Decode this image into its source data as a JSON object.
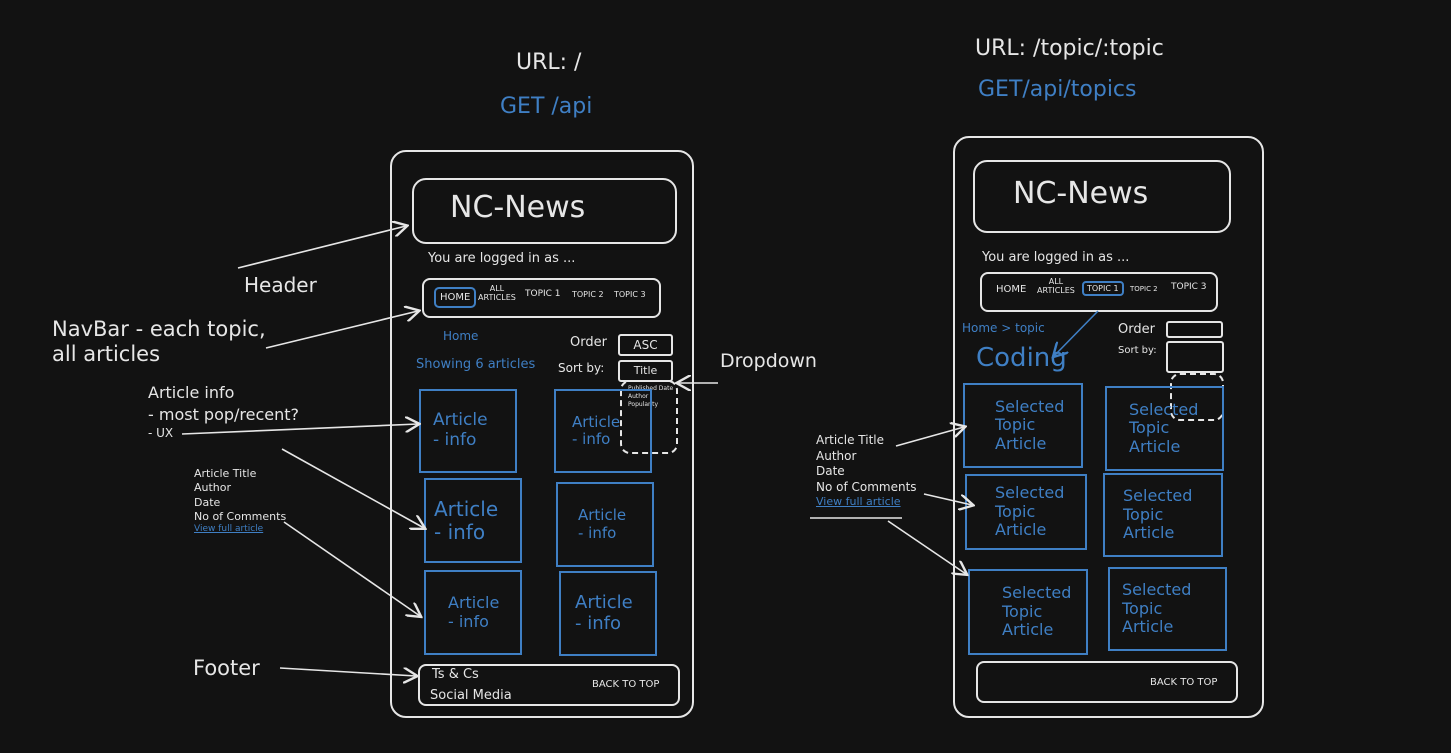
{
  "left": {
    "url": "URL: /",
    "api": "GET /api",
    "header_title": "NC-News",
    "logged_in": "You are logged in as ...",
    "nav": {
      "home": "HOME",
      "all_articles_1": "ALL",
      "all_articles_2": "ARTICLES",
      "topic1": "TOPIC 1",
      "topic2": "TOPIC 2",
      "topic3": "TOPIC 3"
    },
    "breadcrumb": "Home",
    "showing": "Showing 6 articles",
    "order_label": "Order",
    "order_value": "ASC",
    "sort_label": "Sort by:",
    "sort_value": "Title",
    "sort_options": [
      "Published Date",
      "Author",
      "Popularity"
    ],
    "article_line1": "Article",
    "article_line2": "- info",
    "footer_terms": "Ts & Cs",
    "footer_social": "Social Media",
    "back_to_top": "BACK TO TOP"
  },
  "right": {
    "url": "URL: /topic/:topic",
    "api": "GET/api/topics",
    "header_title": "NC-News",
    "logged_in": "You are logged in as ...",
    "nav": {
      "home": "HOME",
      "all_articles_1": "ALL",
      "all_articles_2": "ARTICLES",
      "topic1": "TOPIC 1",
      "topic2": "TOPIC 2",
      "topic3": "TOPIC 3"
    },
    "breadcrumb": "Home > topic",
    "topic_heading": "Coding",
    "order_label": "Order",
    "sort_label": "Sort by:",
    "card_line1": "Selected",
    "card_line2": "Topic",
    "card_line3": "Article",
    "back_to_top": "BACK TO TOP"
  },
  "annotations": {
    "header": "Header",
    "navbar_1": "NavBar - each topic,",
    "navbar_2": "all articles",
    "article_info_1": "Article info",
    "article_info_2": "- most pop/recent?",
    "article_info_3": "- UX",
    "fields": [
      "Article Title",
      "Author",
      "Date",
      "No of Comments"
    ],
    "view_full": "View full article",
    "footer": "Footer",
    "dropdown": "Dropdown"
  },
  "colors": {
    "background": "#121212",
    "stroke": "#e6e6e6",
    "accent": "#3f7fc4"
  }
}
